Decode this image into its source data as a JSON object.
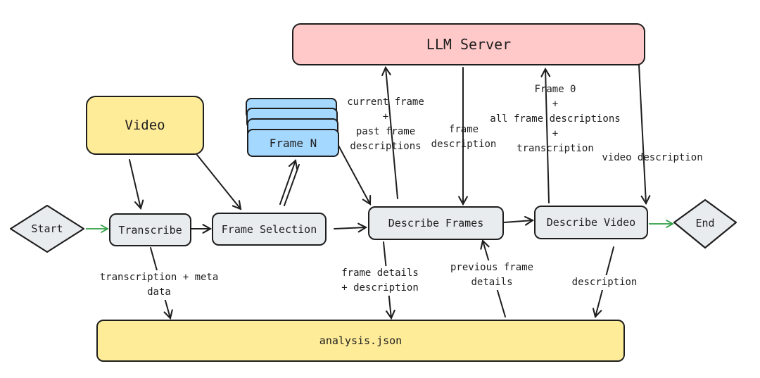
{
  "nodes": {
    "llm_server": "LLM Server",
    "video": "Video",
    "start": "Start",
    "transcribe": "Transcribe",
    "frame_selection": "Frame Selection",
    "describe_frames": "Describe Frames",
    "describe_video": "Describe Video",
    "end": "End",
    "analysis": "analysis.json",
    "frame_n": "Frame N"
  },
  "edge_labels": {
    "current_frame": [
      "current frame",
      "+",
      "past frame",
      "descriptions"
    ],
    "frame_description": [
      "frame",
      "description"
    ],
    "frame0_all": [
      "Frame 0",
      "+",
      "all frame descriptions",
      "+",
      "transcription"
    ],
    "video_description": [
      "video description"
    ],
    "transcription_meta": [
      "transcription + meta",
      "data"
    ],
    "frame_details": [
      "frame details",
      "+ description"
    ],
    "previous_frame": [
      "previous frame",
      "details"
    ],
    "description": [
      "description"
    ]
  },
  "colors": {
    "stroke": "#1e1e1e",
    "gray": "#e9ecef",
    "yellow": "#ffec99",
    "red": "#ffc9c9",
    "blue": "#a5d8ff",
    "green_arrow": "#2f9e44"
  }
}
